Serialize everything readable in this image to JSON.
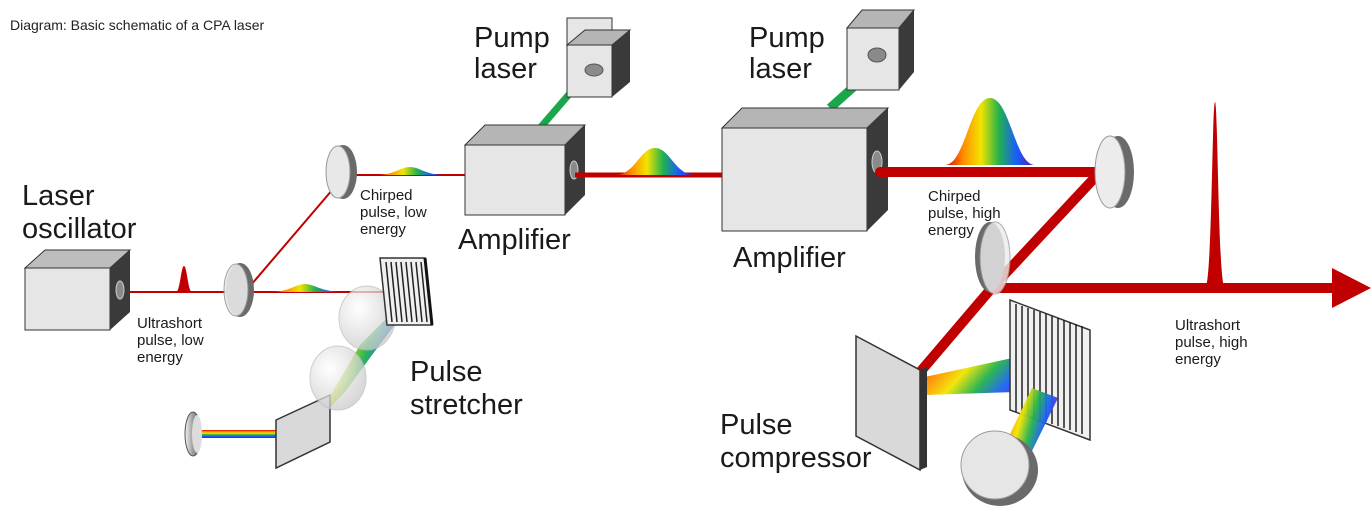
{
  "caption": "Diagram: Basic schematic of a CPA laser",
  "labels": {
    "laser_oscillator": [
      "Laser",
      "oscillator"
    ],
    "pump_laser_1": [
      "Pump",
      "laser"
    ],
    "pump_laser_2": [
      "Pump",
      "laser"
    ],
    "amplifier_1": "Amplifier",
    "amplifier_2": "Amplifier",
    "pulse_stretcher": [
      "Pulse",
      "stretcher"
    ],
    "pulse_compressor": [
      "Pulse",
      "compressor"
    ],
    "ultrashort_low": [
      "Ultrashort",
      "pulse, low",
      "energy"
    ],
    "chirped_low": [
      "Chirped",
      "pulse, low",
      "energy"
    ],
    "chirped_high": [
      "Chirped",
      "pulse, high",
      "energy"
    ],
    "ultrashort_high": [
      "Ultrashort",
      "pulse, high",
      "energy"
    ]
  },
  "colors": {
    "beam": "#c00000",
    "pump_beam": "#1aa64a",
    "box_face": "#e6e6e6",
    "box_side": "#3a3a3a"
  }
}
